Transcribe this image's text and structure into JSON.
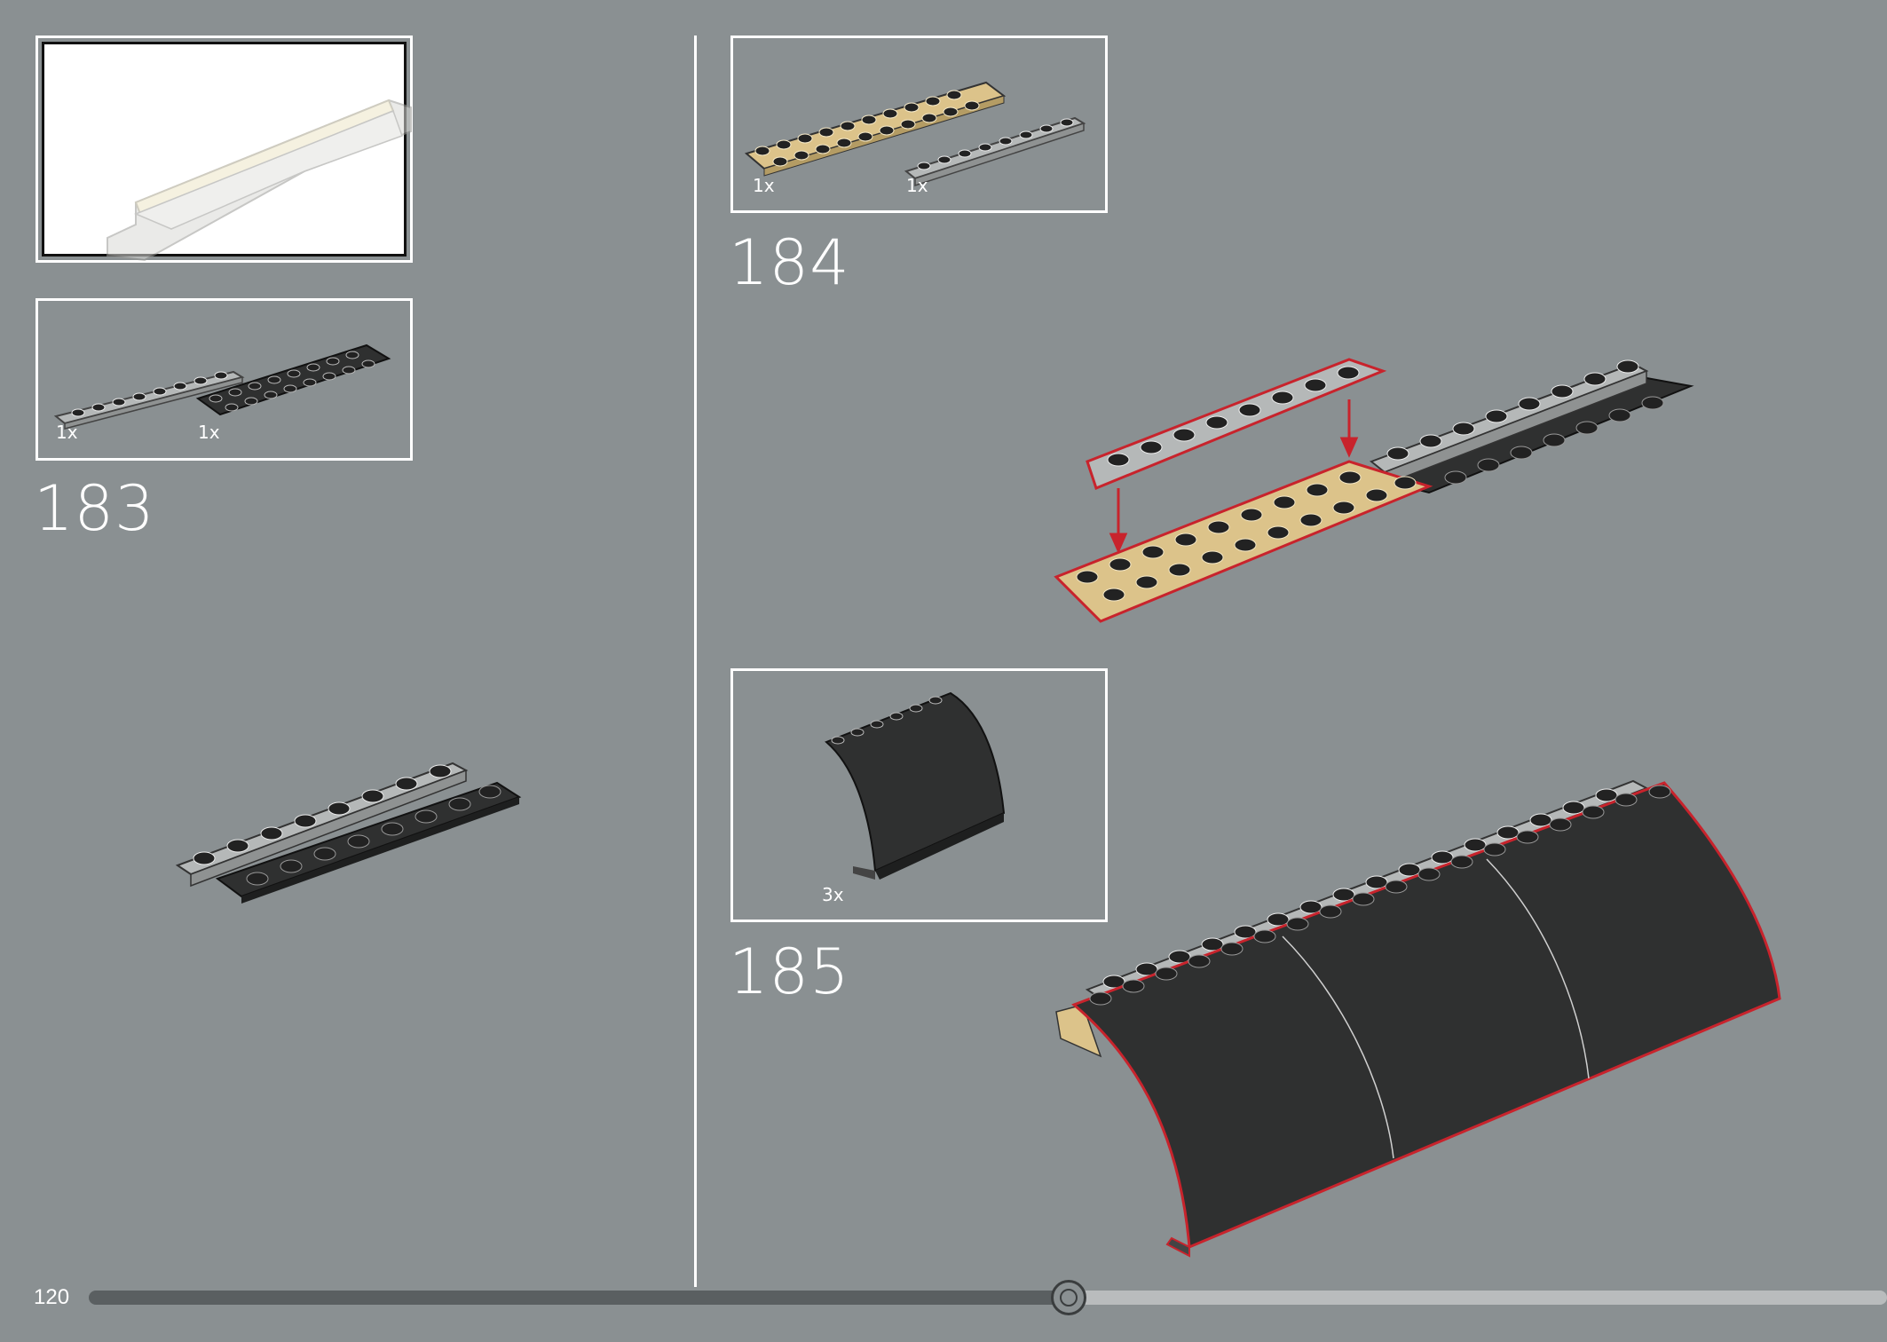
{
  "page": {
    "number": "120",
    "progress": 0.545
  },
  "colors": {
    "background": "#8a9092",
    "light_gray": "#b5b8b8",
    "dark_gray": "#2f3030",
    "tan": "#dcc38a",
    "highlight_red": "#c8232c",
    "arrow_red": "#c8232c"
  },
  "steps": [
    {
      "number": "183",
      "parts": [
        {
          "qty": "1x",
          "color": "light-gray",
          "name": "plate-1x8"
        },
        {
          "qty": "1x",
          "color": "dark-gray",
          "name": "plate-2x8"
        }
      ]
    },
    {
      "number": "184",
      "parts": [
        {
          "qty": "1x",
          "color": "tan",
          "name": "plate-2x10"
        },
        {
          "qty": "1x",
          "color": "light-gray",
          "name": "plate-1x8"
        }
      ]
    },
    {
      "number": "185",
      "parts": [
        {
          "qty": "3x",
          "color": "dark-gray",
          "name": "curved-slope"
        }
      ]
    }
  ]
}
